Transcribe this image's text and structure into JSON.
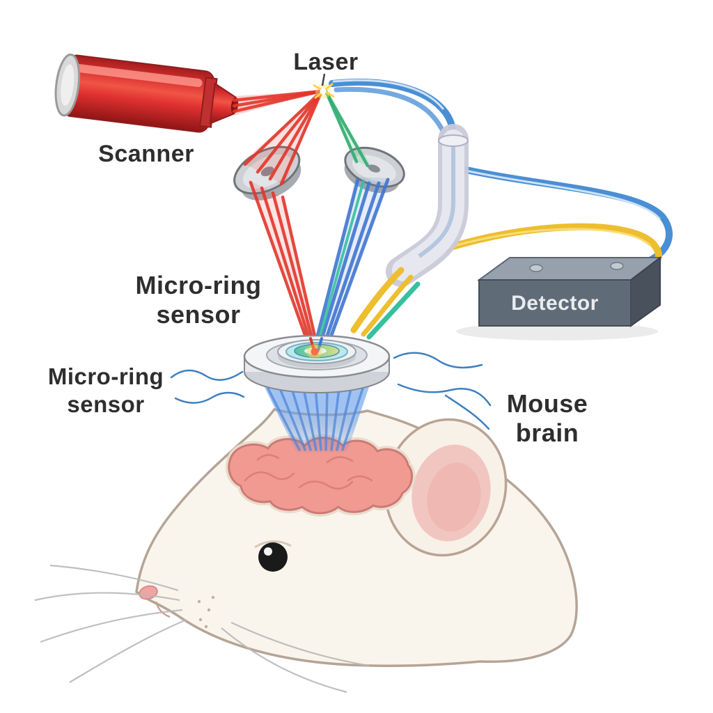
{
  "diagram": {
    "labels": {
      "laser": "Laser",
      "scanner": "Scanner",
      "micro_ring_center": {
        "line1": "Micro-ring",
        "line2": "sensor"
      },
      "micro_ring_left": {
        "line1": "Micro-ring",
        "line2": "sensor"
      },
      "detector": "Detector",
      "mouse_brain": {
        "line1": "Mouse",
        "line2": "brain"
      }
    },
    "colors": {
      "background": "#ffffff",
      "label_text": "#2e2e2e",
      "laser_red": "#e03131",
      "beam_red": "#e2362b",
      "beam_green": "#2fae6f",
      "beam_blue": "#4076d0",
      "fiber_blue": "#4a8fd4",
      "fiber_yellow": "#edbe2e",
      "fiber_teal": "#35c0a0",
      "mirror_gray": "#c2c5ca",
      "detector_body": "#606b78",
      "sensor_ring_cyan": "#bde7ee",
      "mouse_fur": "#faf5ec",
      "brain_pink": "#f19a92",
      "ear_pink": "#f2c6c0",
      "wire_blue": "#3d7fc1"
    }
  }
}
